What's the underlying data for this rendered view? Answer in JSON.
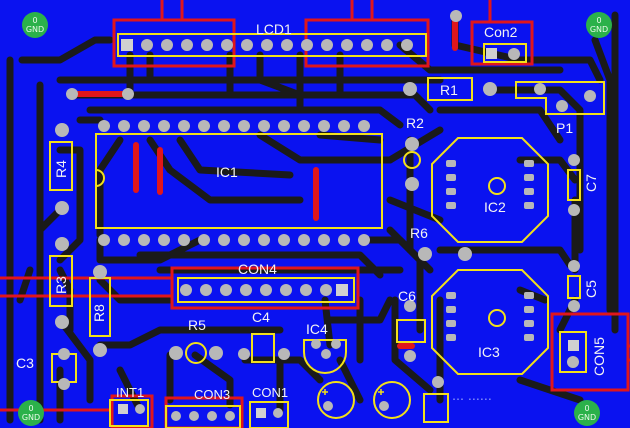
{
  "board": {
    "labels": {
      "lcd1": "LCD1",
      "con2": "Con2",
      "r1": "R1",
      "p1": "P1",
      "r2": "R2",
      "r4": "R4",
      "ic1": "IC1",
      "ic2": "IC2",
      "c7": "C7",
      "r6": "R6",
      "con4": "CON4",
      "r3": "R3",
      "r8": "R8",
      "c5": "C5",
      "c6": "C6",
      "r5": "R5",
      "c4": "C4",
      "ic4": "IC4",
      "c3": "C3",
      "ic3": "IC3",
      "con5": "CON5",
      "int1": "INT1",
      "con3": "CON3",
      "con1": "CON1"
    },
    "gnd": {
      "num": "0",
      "text": "GND"
    },
    "watermark": "… ……"
  },
  "colors": {
    "board": "#0a12f0",
    "trace": "#1a1a1a",
    "silkscreen": "#f2e01a",
    "pad": "#b8b8b8",
    "highlight": "#e0161b",
    "gnd_pad": "#2bb14a"
  }
}
